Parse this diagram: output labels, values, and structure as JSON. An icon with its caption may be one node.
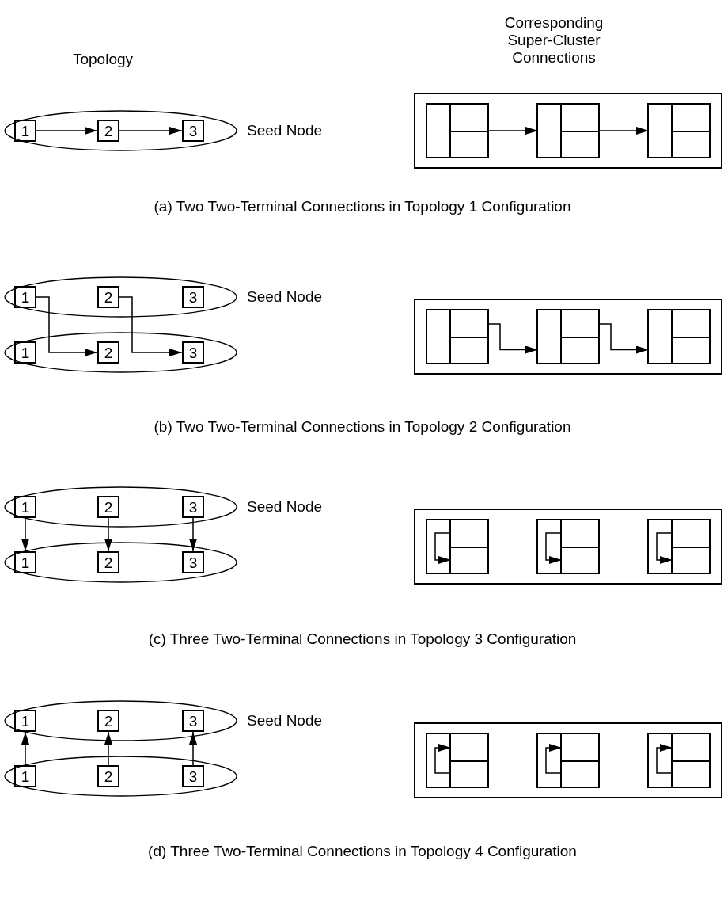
{
  "diagram": {
    "nodes": [
      {
        "text": [],
        "shape": "ellipse",
        "beside": [
          "Seed Node"
        ]
      },
      {
        "text": [
          "1"
        ],
        "in": 0
      },
      {
        "text": [
          "2"
        ],
        "in": 0
      },
      {
        "text": [
          "3"
        ],
        "in": 0
      },
      {
        "text": [],
        "shape": "box"
      },
      {
        "text": [],
        "shape": "box",
        "in": 4
      },
      {
        "text": [],
        "shape": "box",
        "in": 5
      },
      {
        "text": [],
        "shape": "box",
        "in": 5
      },
      {
        "text": [],
        "shape": "box",
        "in": 5
      },
      {
        "text": [],
        "shape": "box",
        "in": 4
      },
      {
        "text": [],
        "shape": "box",
        "in": 9
      },
      {
        "text": [],
        "shape": "box",
        "in": 9
      },
      {
        "text": [],
        "shape": "box",
        "in": 9
      },
      {
        "text": [],
        "shape": "box",
        "in": 4
      },
      {
        "text": [],
        "shape": "box",
        "in": 13
      },
      {
        "text": [],
        "shape": "box",
        "in": 13
      },
      {
        "text": [],
        "shape": "box",
        "in": 13
      },
      {
        "text": [],
        "shape": "ellipse",
        "beside": [
          "Seed Node"
        ]
      },
      {
        "text": [
          "1"
        ],
        "in": 17
      },
      {
        "text": [
          "2"
        ],
        "in": 17
      },
      {
        "text": [
          "3"
        ],
        "in": 17
      },
      {
        "text": [],
        "shape": "ellipse"
      },
      {
        "text": [
          "1"
        ],
        "in": 21
      },
      {
        "text": [
          "2"
        ],
        "in": 21
      },
      {
        "text": [
          "3"
        ],
        "in": 21
      },
      {
        "text": [],
        "shape": "box"
      },
      {
        "text": [],
        "shape": "box",
        "in": 25
      },
      {
        "text": [],
        "shape": "box",
        "in": 26
      },
      {
        "text": [],
        "shape": "box",
        "in": 26
      },
      {
        "text": [],
        "shape": "box",
        "in": 26
      },
      {
        "text": [],
        "shape": "box",
        "in": 25
      },
      {
        "text": [],
        "shape": "box",
        "in": 30
      },
      {
        "text": [],
        "shape": "box",
        "in": 30
      },
      {
        "text": [],
        "shape": "box",
        "in": 30
      },
      {
        "text": [],
        "shape": "box",
        "in": 25
      },
      {
        "text": [],
        "shape": "box",
        "in": 34
      },
      {
        "text": [],
        "shape": "box",
        "in": 34
      },
      {
        "text": [],
        "shape": "box",
        "in": 34
      },
      {
        "text": [],
        "shape": "ellipse",
        "beside": [
          "Seed Node"
        ]
      },
      {
        "text": [
          "1"
        ],
        "in": 38
      },
      {
        "text": [
          "2"
        ],
        "in": 38
      },
      {
        "text": [
          "3"
        ],
        "in": 38
      },
      {
        "text": [],
        "shape": "ellipse"
      },
      {
        "text": [
          "1"
        ],
        "in": 42
      },
      {
        "text": [
          "2"
        ],
        "in": 42
      },
      {
        "text": [
          "3"
        ],
        "in": 42
      },
      {
        "text": [],
        "shape": "box"
      },
      {
        "text": [],
        "shape": "box",
        "in": 46
      },
      {
        "text": [],
        "shape": "box",
        "in": 47
      },
      {
        "text": [],
        "shape": "box",
        "in": 47
      },
      {
        "text": [],
        "shape": "box",
        "in": 47
      },
      {
        "text": [],
        "shape": "box",
        "in": 46
      },
      {
        "text": [],
        "shape": "box",
        "in": 51
      },
      {
        "text": [],
        "shape": "box",
        "in": 51
      },
      {
        "text": [],
        "shape": "box",
        "in": 51
      },
      {
        "text": [],
        "shape": "box",
        "in": 46
      },
      {
        "text": [],
        "shape": "box",
        "in": 55
      },
      {
        "text": [],
        "shape": "box",
        "in": 55
      },
      {
        "text": [],
        "shape": "box",
        "in": 55
      },
      {
        "text": [],
        "shape": "ellipse",
        "beside": [
          "Seed Node"
        ]
      },
      {
        "text": [
          "1"
        ],
        "in": 59
      },
      {
        "text": [
          "2"
        ],
        "in": 59
      },
      {
        "text": [
          "3"
        ],
        "in": 59
      },
      {
        "text": [],
        "shape": "ellipse"
      },
      {
        "text": [
          "1"
        ],
        "in": 63
      },
      {
        "text": [
          "2"
        ],
        "in": 63
      },
      {
        "text": [
          "3"
        ],
        "in": 63
      },
      {
        "text": [],
        "shape": "box"
      },
      {
        "text": [],
        "shape": "box",
        "in": 67
      },
      {
        "text": [],
        "shape": "box",
        "in": 68
      },
      {
        "text": [],
        "shape": "box",
        "in": 68
      },
      {
        "text": [],
        "shape": "box",
        "in": 68
      },
      {
        "text": [],
        "shape": "box",
        "in": 67
      },
      {
        "text": [],
        "shape": "box",
        "in": 72
      },
      {
        "text": [],
        "shape": "box",
        "in": 72
      },
      {
        "text": [],
        "shape": "box",
        "in": 72
      },
      {
        "text": [],
        "shape": "box",
        "in": 67
      },
      {
        "text": [],
        "shape": "box",
        "in": 76
      },
      {
        "text": [],
        "shape": "box",
        "in": 76
      },
      {
        "text": [],
        "shape": "box",
        "in": 76
      }
    ],
    "edges": [
      {
        "from": 1,
        "to": 2,
        "arrow": "to"
      },
      {
        "from": 2,
        "to": 3,
        "arrow": "to"
      },
      {
        "from": 5,
        "to": 10,
        "arrow": "to"
      },
      {
        "from": 9,
        "to": 14,
        "arrow": "to"
      },
      {
        "from": 18,
        "to": 23,
        "arrow": "to"
      },
      {
        "from": 19,
        "to": 24,
        "arrow": "to"
      },
      {
        "from": 28,
        "to": 31,
        "arrow": "to"
      },
      {
        "from": 32,
        "to": 35,
        "arrow": "to"
      },
      {
        "from": 39,
        "to": 43,
        "arrow": "to"
      },
      {
        "from": 40,
        "to": 44,
        "arrow": "to"
      },
      {
        "from": 41,
        "to": 45,
        "arrow": "to"
      },
      {
        "from": 48,
        "to": 50,
        "arrow": "to"
      },
      {
        "from": 52,
        "to": 54,
        "arrow": "to"
      },
      {
        "from": 56,
        "to": 58,
        "arrow": "to"
      },
      {
        "from": 64,
        "to": 60,
        "arrow": "to"
      },
      {
        "from": 65,
        "to": 61,
        "arrow": "to"
      },
      {
        "from": 66,
        "to": 62,
        "arrow": "to"
      },
      {
        "from": 69,
        "to": 70,
        "arrow": "to"
      },
      {
        "from": 73,
        "to": 74,
        "arrow": "to"
      },
      {
        "from": 77,
        "to": 78,
        "arrow": "to"
      }
    ],
    "labels": [
      "Topology",
      "Corresponding Super-Cluster Connections",
      "(a) Two Two-Terminal Connections in Topology 1 Configuration",
      "(b) Two Two-Terminal Connections in Topology 2 Configuration",
      "(c) Three Two-Terminal Connections in Topology 3 Configuration",
      "(d) Three Two-Terminal Connections in Topology 4 Configuration"
    ]
  }
}
